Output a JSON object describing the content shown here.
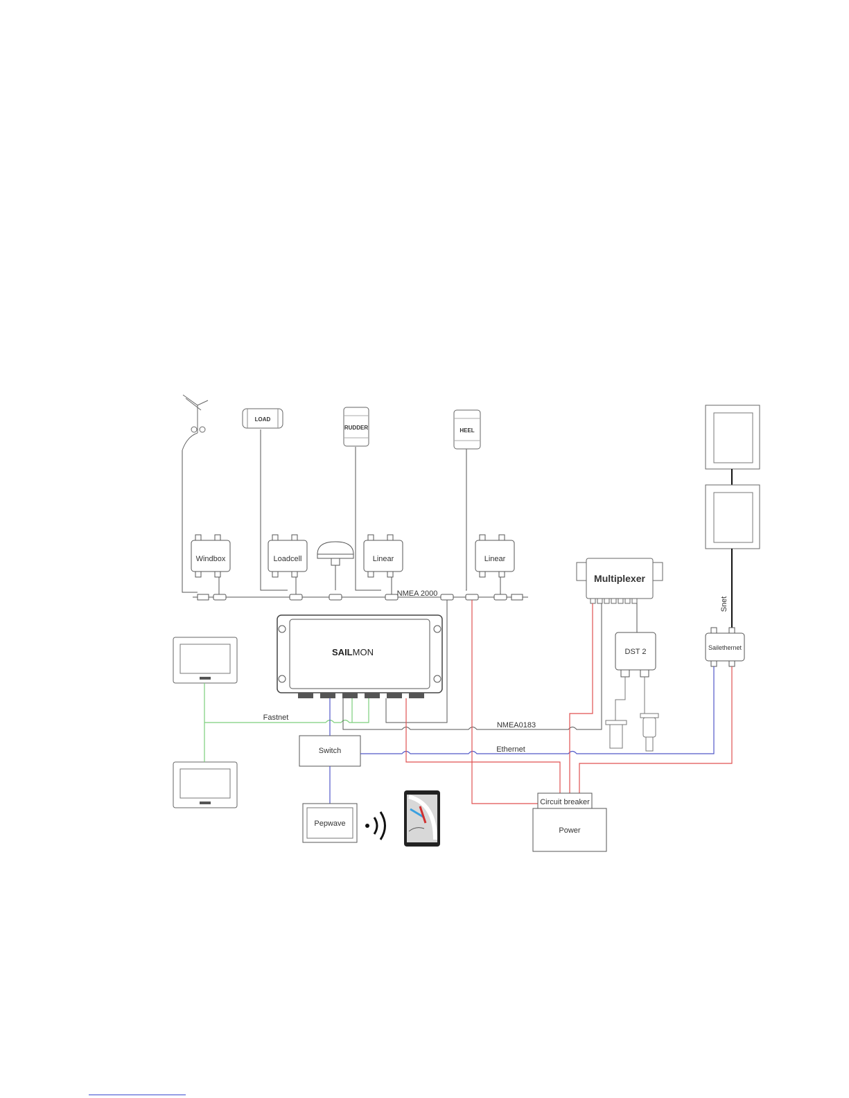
{
  "sensors": {
    "load_label": "LOAD",
    "rudder_label": "RUDDER",
    "heel_label": "HEEL"
  },
  "boxes": {
    "windbox": "Windbox",
    "loadcell": "Loadcell",
    "linear_1": "Linear",
    "linear_2": "Linear",
    "multiplexer": "Multiplexer",
    "dst2": "DST 2",
    "sailethernet": "Sailethernet",
    "switch": "Switch",
    "pepwave": "Pepwave",
    "circuit_breaker": "Circuit breaker",
    "power": "Power",
    "sailmon_brand_bold": "SAIL",
    "sailmon_brand_light": "MON"
  },
  "buses": {
    "nmea2000": "NMEA 2000",
    "fastnet": "Fastnet",
    "nmea0183": "NMEA0183",
    "ethernet": "Ethernet",
    "snet": "Snet"
  },
  "colors": {
    "wire_black": "#444444",
    "wire_green": "#7ccf7c",
    "wire_blue": "#5058c8",
    "wire_red": "#e05050",
    "box_stroke": "#555555",
    "footer_link": "#3a4ad0"
  }
}
